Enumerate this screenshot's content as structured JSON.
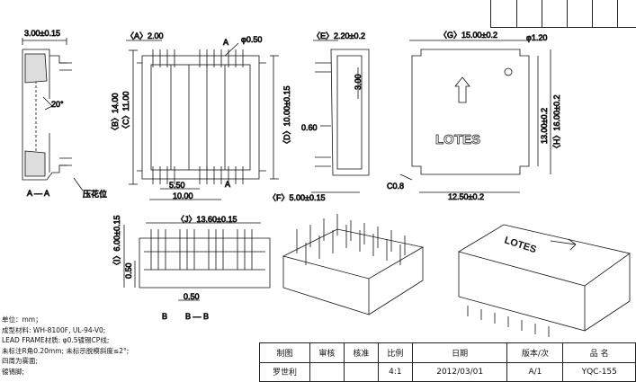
{
  "dims": {
    "a_a_width": "3.00±0.15",
    "angle": "20°",
    "section_a_a": "A — A",
    "press_mark": "压花位",
    "a_label": "〈A〉2.00",
    "a_marker": "A",
    "hole_dia": "φ0.50",
    "b_dim": "〈B〉14.00",
    "c_dim": "〈C〉11.00",
    "d_dim": "〈D〉10.00±0.15",
    "pitch": "5.50",
    "overall_10": "10.00",
    "e_dim": "〈E〉2.20±0.2",
    "side_3": "3.00",
    "side_060": "0.60",
    "f_dim": "〈F〉5.00±0.15",
    "g_dim": "〈G〉15.00±0.2",
    "pin1_dia": "φ1.20",
    "logo_text": "LOTES",
    "h13": "13.00±0.2",
    "h_dim": "〈H〉16.00±0.2",
    "c08": "C0.8",
    "w1250": "12.50±0.2",
    "i_dim": "〈I〉6.00±0.15",
    "j_dim": "〈J〉13.60±0.15",
    "b050": "0.50",
    "b050b": "0.50",
    "section_b_b": "B — B",
    "b_marker": "B"
  },
  "notes": [
    "单位：mm；",
    "成型材料:  WH-8100F, UL-94-V0;",
    "LEAD FRAME材质:  φ0.5镀锡CP线;",
    "未标注R角0.20mm; 未标示脱模斜度≤2°;",
    "四周为雾面;",
    "镀锡脚;"
  ],
  "title_block": {
    "headers": [
      "制图",
      "审核",
      "核准",
      "比例",
      "日期",
      "版本/次",
      "品 名"
    ],
    "values": [
      "罗世利",
      "",
      "",
      "4:1",
      "2012/03/01",
      "A/1",
      "YQC-155"
    ]
  }
}
